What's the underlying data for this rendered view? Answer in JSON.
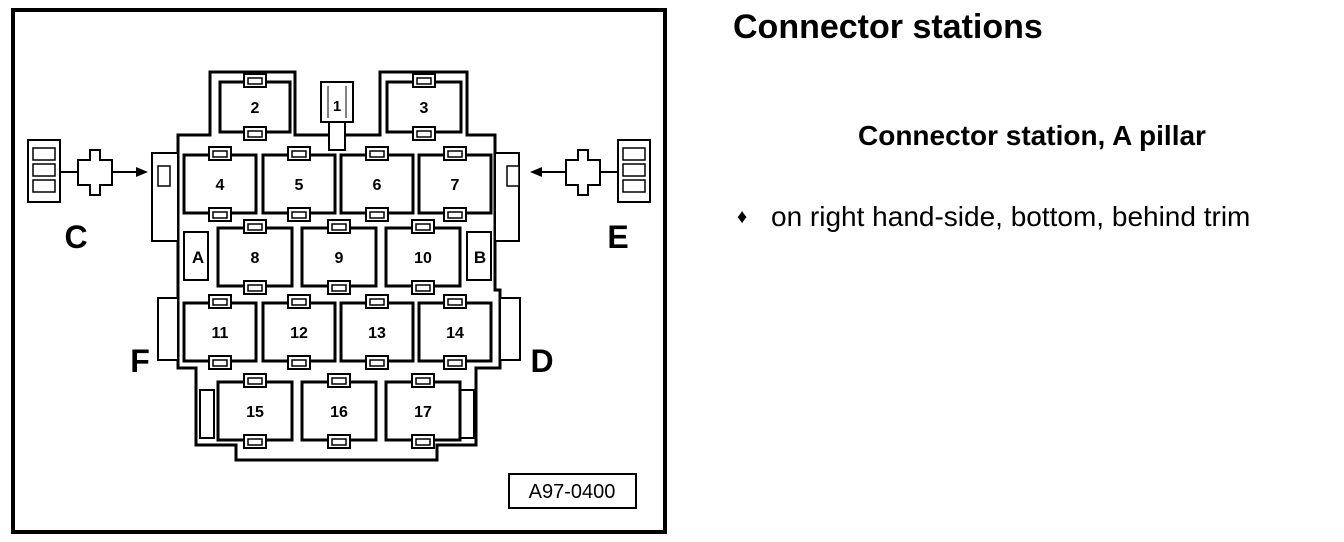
{
  "heading": "Connector stations",
  "subheading": "Connector station, A pillar",
  "note": {
    "bullet": "♦",
    "text": "on right hand-side, bottom, behind trim"
  },
  "figure": {
    "reference_code": "A97-0400",
    "side_labels": {
      "C": "C",
      "E": "E",
      "F": "F",
      "D": "D"
    },
    "small_slot_labels": {
      "A": "A",
      "B": "B"
    },
    "slots": [
      "1",
      "2",
      "3",
      "4",
      "5",
      "6",
      "7",
      "8",
      "9",
      "10",
      "11",
      "12",
      "13",
      "14",
      "15",
      "16",
      "17"
    ]
  }
}
